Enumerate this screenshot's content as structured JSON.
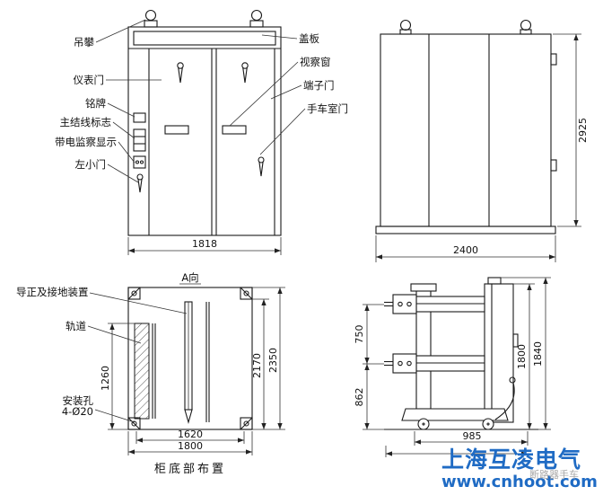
{
  "front_view": {
    "labels": {
      "lifting_lug": "吊攀",
      "cover_plate": "盖板",
      "instrument_door": "仪表门",
      "inspection_window": "视察窗",
      "nameplate": "铭牌",
      "terminal_door": "端子门",
      "main_wiring_mark": "主结线标志",
      "live_display": "带电监察显示",
      "handcart_room_door": "手车室门",
      "left_small_door": "左小门"
    },
    "dims": {
      "width": "1818"
    }
  },
  "side_view": {
    "dims": {
      "height": "2925",
      "depth": "2400"
    }
  },
  "bottom_view": {
    "view_label": "A向",
    "title": "柜底部布置",
    "labels": {
      "guide_grounding": "导正及接地装置",
      "rail": "轨道",
      "mounting_hole": "安装孔",
      "mounting_hole_spec": "4-Ø20"
    },
    "dims": {
      "rail_height": "1260",
      "inner_height": "2170",
      "outer_height": "2350",
      "inner_width": "1620",
      "outer_width": "1800"
    }
  },
  "cart_view": {
    "dims": {
      "arm_spacing": "750",
      "lower_height": "862",
      "frame_height": "1800",
      "overall_height": "1840",
      "depth": "985"
    }
  },
  "watermark": {
    "brand": "上海互凌电气",
    "url": "www.cnhoot.com",
    "caption": "断路器手车"
  },
  "colors": {
    "line": "#1a1a1a",
    "watermark_blue": "#1f6bc4",
    "caption_grey": "#a9a9a9"
  }
}
